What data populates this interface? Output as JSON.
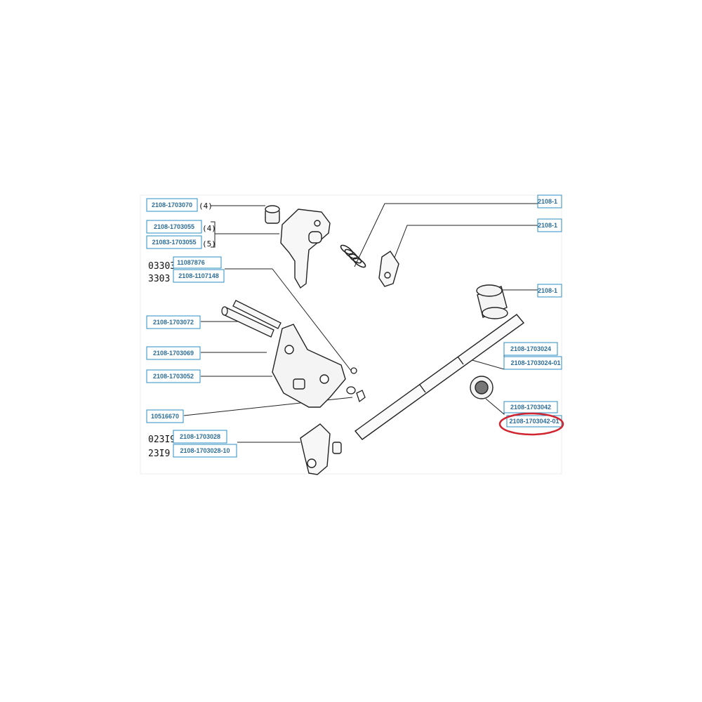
{
  "labels": {
    "l_1703070": "2108-1703070",
    "l_1703055": "2108-1703055",
    "l_21083_1703055": "21083-1703055",
    "l_11087876": "11087876",
    "l_1107148": "2108-1107148",
    "l_1703072": "2108-1703072",
    "l_1703069": "2108-1703069",
    "l_1703052": "2108-1703052",
    "l_10516670": "10516670",
    "l_1703028": "2108-1703028",
    "l_1703028_10": "2108-1703028-10",
    "l_right_top1": "2108-1",
    "l_right_top2": "2108-1",
    "l_right_mid": "2108-1",
    "l_1703024": "2108-1703024",
    "l_1703024_01": "2108-1703024-01",
    "l_1703042": "2108-1703042",
    "l_1703042_01": "2108-1703042-01"
  },
  "markers": {
    "m4a": "(4)",
    "m4b": "(4)",
    "m5": "(5)"
  },
  "codes": {
    "c03303": "03303",
    "c3303": "3303",
    "c02319": "023I9",
    "c2319": "23I9"
  },
  "colors": {
    "label_border": "#2d8fc4",
    "label_text": "#2d6e99",
    "highlight": "#d0242f",
    "line": "#222222"
  }
}
